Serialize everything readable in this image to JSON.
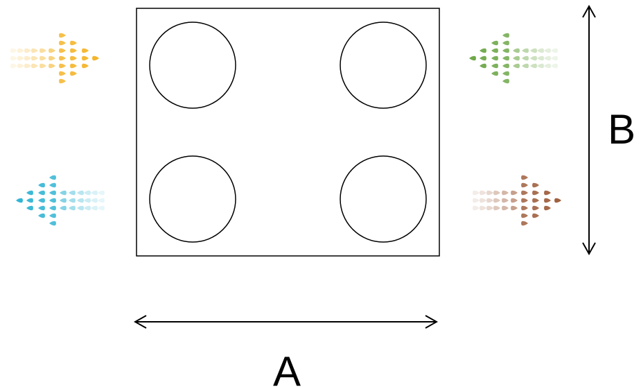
{
  "labels": {
    "width": "A",
    "height": "B"
  },
  "flow_arrows": [
    {
      "name": "yellow-arrow",
      "color": "#f4b52a",
      "direction": "right"
    },
    {
      "name": "blue-arrow",
      "color": "#33b5d4",
      "direction": "left"
    },
    {
      "name": "green-arrow",
      "color": "#6fa84a",
      "direction": "left"
    },
    {
      "name": "brown-arrow",
      "color": "#a0603f",
      "direction": "right"
    }
  ]
}
